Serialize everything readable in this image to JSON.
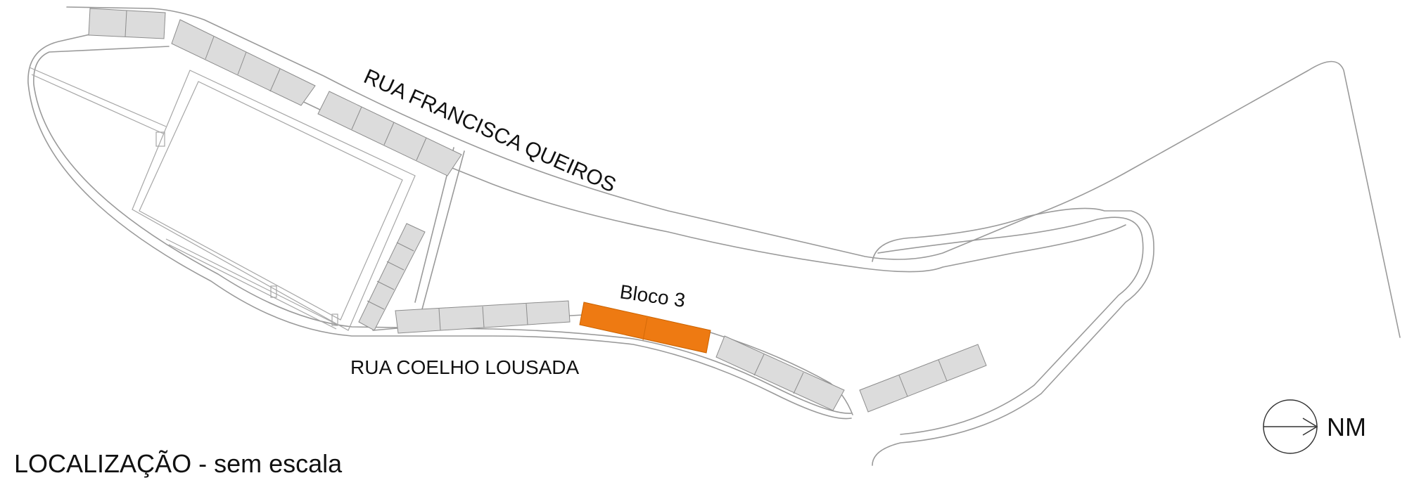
{
  "labels": {
    "street_north": "RUA FRANCISCA QUEIROS",
    "street_south": "RUA COELHO LOUSADA",
    "block_label": "Bloco 3",
    "north_marker": "NM",
    "footer_title": "LOCALIZAÇÃO - sem escala"
  },
  "colors": {
    "highlight": "#ee7a12",
    "building_fill": "#dcdcdc",
    "outline": "#9a9a9a"
  },
  "icons": {
    "north_arrow": "north-arrow-icon"
  }
}
